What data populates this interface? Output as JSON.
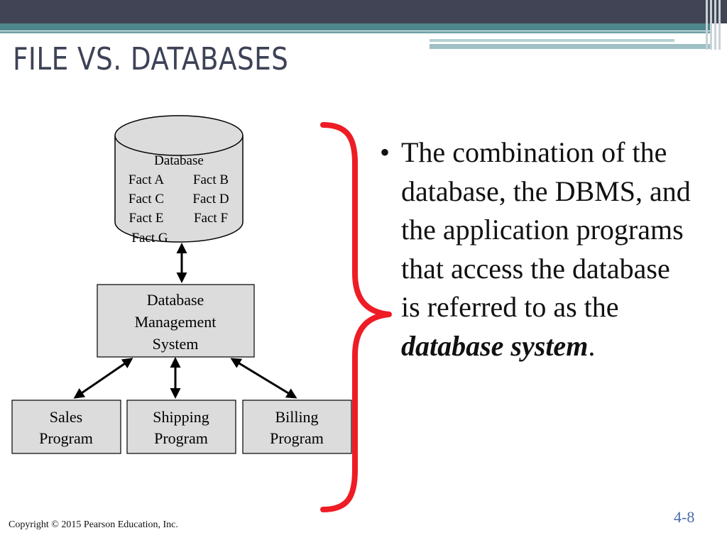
{
  "slide": {
    "title": "FILE VS. DATABASES",
    "copyright": "Copyright © 2015 Pearson Education, Inc.",
    "page_number": "4-8"
  },
  "diagram": {
    "database": {
      "label": "Database",
      "facts": [
        "Fact A",
        "Fact B",
        "Fact C",
        "Fact D",
        "Fact E",
        "Fact F",
        "Fact G"
      ]
    },
    "dbms": {
      "lines": [
        "Database",
        "Management",
        "System"
      ]
    },
    "programs": [
      {
        "line1": "Sales",
        "line2": "Program"
      },
      {
        "line1": "Shipping",
        "line2": "Program"
      },
      {
        "line1": "Billing",
        "line2": "Program"
      }
    ],
    "brace_color": "#ee1c25"
  },
  "bullet": {
    "marker": "•",
    "text_before": "The combination of the database, the DBMS, and the application programs that access the database is referred to as the",
    "emphasis": "database system",
    "text_after": "."
  }
}
